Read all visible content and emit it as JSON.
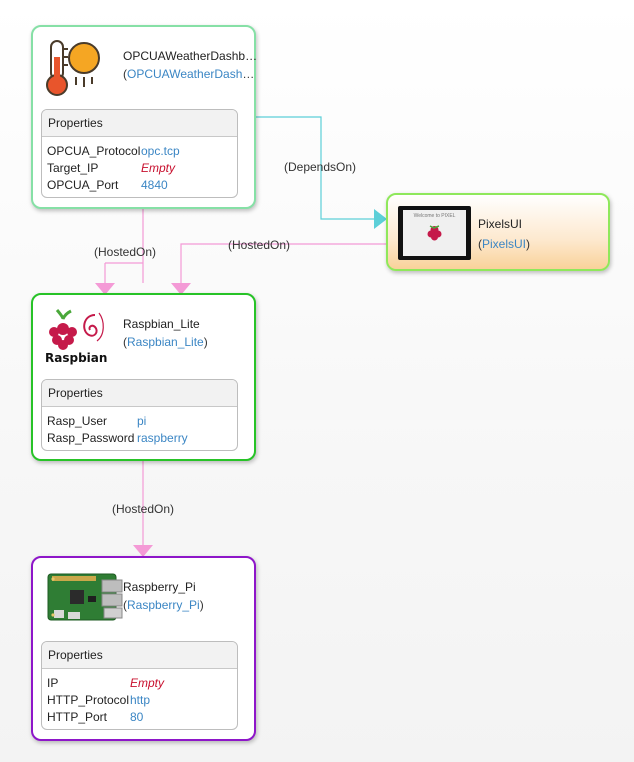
{
  "colors": {
    "hosted_edge": "#f49ad6",
    "depends_edge": "#5ccfd8",
    "app_border": "#86e0a6",
    "os_border": "#27c327",
    "ui_border": "#8fe85b",
    "device_border": "#8e16c9",
    "empty_value": "#c8102e",
    "link_value": "#3b86c4"
  },
  "nodes": {
    "opcua": {
      "name": "OPCUAWeatherDashboard",
      "type": "OPCUAWeatherDashboard",
      "icon": "thermometer-sun-icon",
      "properties_label": "Properties",
      "properties": [
        {
          "key": "OPCUA_Protocol",
          "value": "opc.tcp",
          "empty": false
        },
        {
          "key": "Target_IP",
          "value": "Empty",
          "empty": true
        },
        {
          "key": "OPCUA_Port",
          "value": "4840",
          "empty": false
        }
      ]
    },
    "pixelsui": {
      "name": "PixelsUI",
      "type": "PixelsUI",
      "icon": "desktop-screen-icon",
      "screen_caption": "Welcome to PIXEL"
    },
    "raspbian": {
      "name": "Raspbian_Lite",
      "type": "Raspbian_Lite",
      "icon": "raspbian-logo-icon",
      "logo_text": "Raspbian",
      "properties_label": "Properties",
      "properties": [
        {
          "key": "Rasp_User",
          "value": "pi",
          "empty": false
        },
        {
          "key": "Rasp_Password",
          "value": "raspberry",
          "empty": false
        }
      ]
    },
    "raspberry": {
      "name": "Raspberry_Pi",
      "type": "Raspberry_Pi",
      "icon": "circuit-board-icon",
      "properties_label": "Properties",
      "properties": [
        {
          "key": "IP",
          "value": "Empty",
          "empty": true
        },
        {
          "key": "HTTP_Protocol",
          "value": "http",
          "empty": false
        },
        {
          "key": "HTTP_Port",
          "value": "80",
          "empty": false
        }
      ]
    }
  },
  "edges": {
    "depends_on": "(DependsOn)",
    "hosted_on_1": "(HostedOn)",
    "hosted_on_2": "(HostedOn)",
    "hosted_on_3": "(HostedOn)"
  }
}
